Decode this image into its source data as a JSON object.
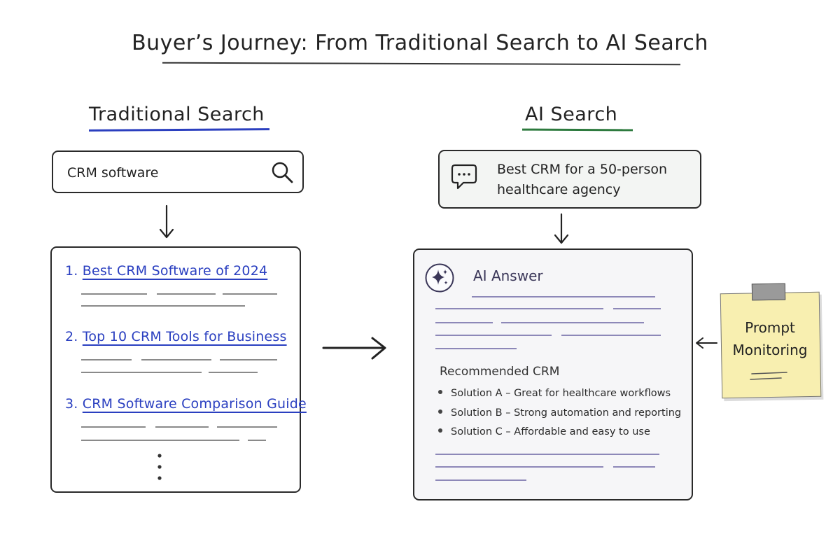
{
  "title": "Buyer’s Journey: From Traditional Search to AI Search",
  "traditional": {
    "heading": "Traditional Search",
    "query": "CRM software",
    "results": [
      {
        "number": "1.",
        "title": "Best CRM Software of 2024"
      },
      {
        "number": "2.",
        "title": "Top 10 CRM Tools for Business"
      },
      {
        "number": "3.",
        "title": "CRM Software Comparison Guide"
      }
    ],
    "more": "⋮"
  },
  "ai": {
    "heading": "AI Search",
    "prompt": "Best CRM for a 50-person healthcare agency",
    "answer_label": "AI Answer",
    "recommended_label": "Recommended CRM",
    "recommendations": [
      "Solution A – Great for healthcare workflows",
      "Solution B – Strong automation and reporting",
      "Solution C – Affordable and easy to use"
    ]
  },
  "sticky_note": {
    "text_line1": "Prompt",
    "text_line2": "Monitoring"
  },
  "colors": {
    "traditional_accent": "#2b3fbf",
    "ai_accent": "#2d7a3e",
    "sticky_note": "#f8efb0",
    "answer_lines": "#8d88b8"
  },
  "icons": [
    "search-icon",
    "chat-icon",
    "sparkle-icon"
  ]
}
